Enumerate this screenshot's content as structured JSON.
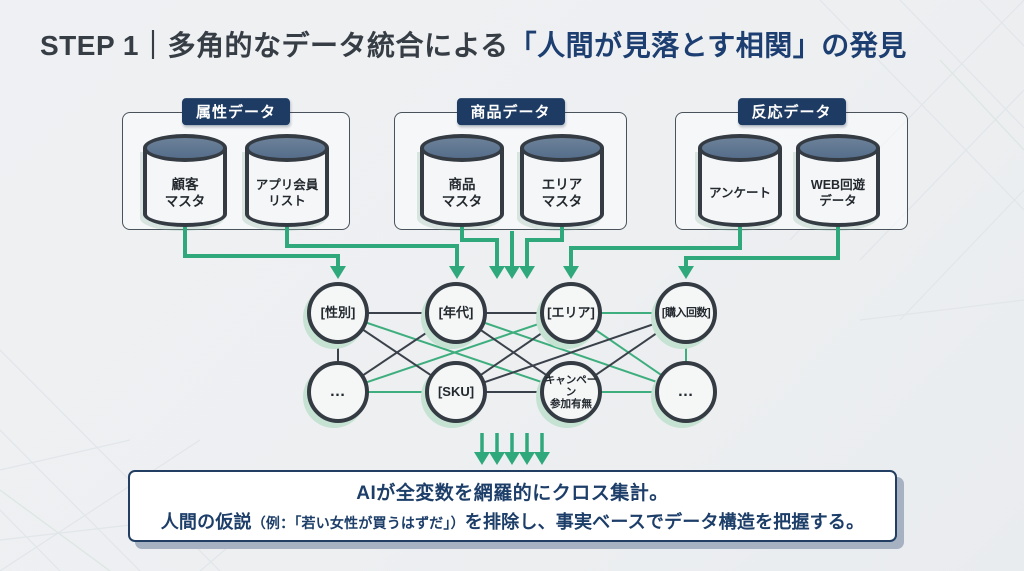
{
  "title": {
    "lead": "STEP 1｜多角的なデータ統合による",
    "accent": "「人間が見落とす相関」の発見"
  },
  "groups": [
    {
      "label": "属性データ",
      "cylinders": [
        "顧客\nマスタ",
        "アプリ会員\nリスト"
      ]
    },
    {
      "label": "商品データ",
      "cylinders": [
        "商品\nマスタ",
        "エリア\nマスタ"
      ]
    },
    {
      "label": "反応データ",
      "cylinders": [
        "アンケート",
        "WEB回遊\nデータ"
      ]
    }
  ],
  "network": {
    "nodes": [
      "[性別]",
      "[年代]",
      "[エリア]",
      "[購入回数]",
      "…",
      "[SKU]",
      "キャンペーン\n参加有無",
      "…"
    ]
  },
  "summary": {
    "line1": "AIが全変数を網羅的にクロス集計。",
    "line2_pre": "人間の仮説",
    "line2_paren": "（例：「若い女性が買うはずだ」）",
    "line2_post": "を排除し、事実ベースでデータ構造を把握する。"
  },
  "colors": {
    "accent_green": "#2fa97c",
    "navy": "#1d3e69",
    "charcoal": "#363d45",
    "label_bg": "#1e3c63",
    "cylinder_top": "#5f7591",
    "line_dark": "#3a414a"
  }
}
